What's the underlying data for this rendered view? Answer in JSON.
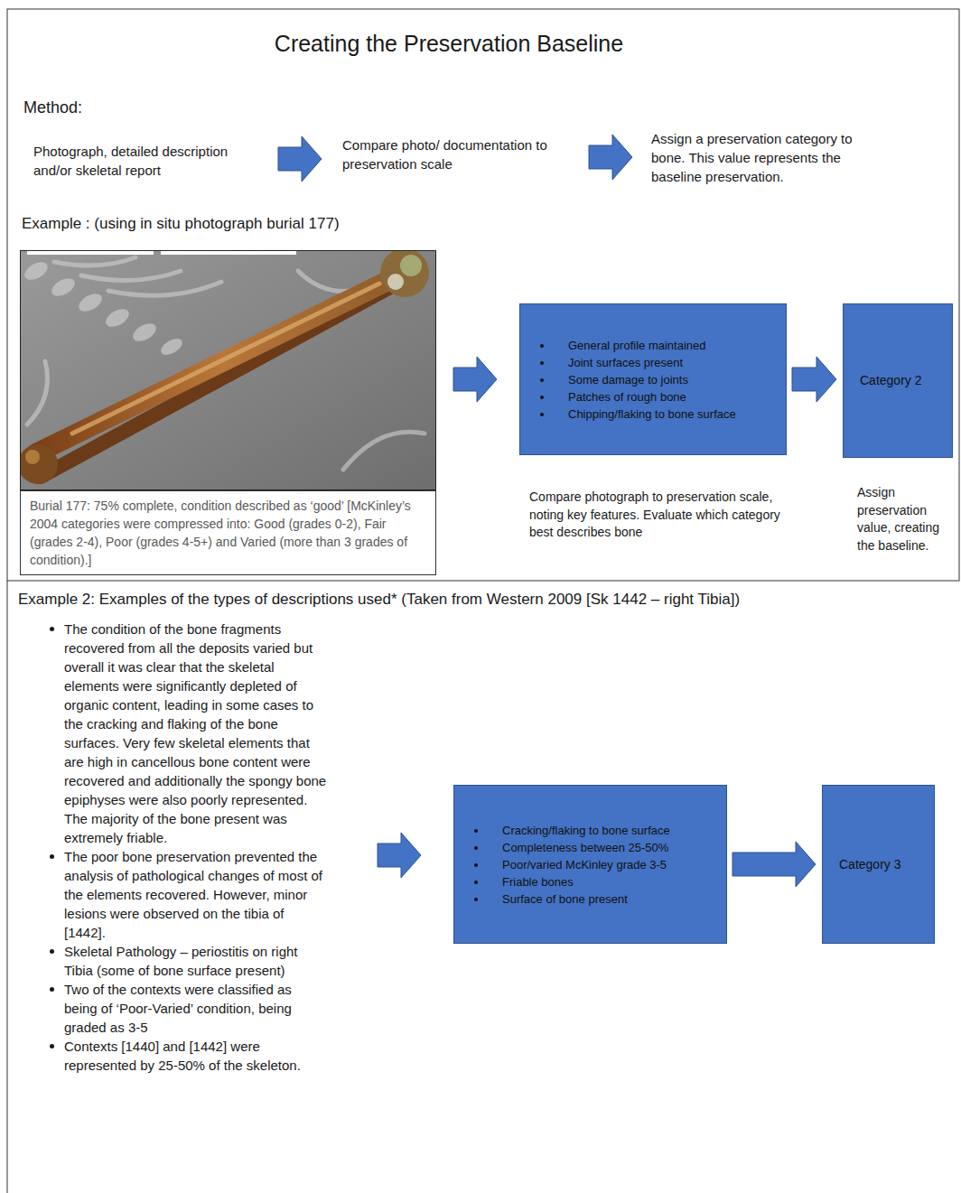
{
  "diagram": {
    "title": "Creating the Preservation Baseline",
    "nodes": [
      {
        "text": [
          "Burial 177: 75% complete, condition described as ‘good’ [McKinley’s 2004 categories were compressed into: Good (grades 0-2), Fair (grades 2-4), Poor (grades 4-5+) and Varied (more than 3 grades of condition).]"
        ]
      },
      {
        "text": [
          "General profile maintained",
          "Joint surfaces present",
          "Some damage to joints",
          "Patches of rough bone",
          "Chipping/flaking to bone surface"
        ]
      },
      {
        "text": [
          "Category 2"
        ]
      },
      {
        "text": [
          "Cracking/flaking to bone surface",
          "Completeness between 25-50%",
          "Poor/varied McKinley grade 3-5",
          "Friable bones",
          "Surface of bone present"
        ]
      },
      {
        "text": [
          "Category 3"
        ]
      }
    ],
    "edges": [
      {
        "from": 1,
        "to": 2,
        "arrow": "to"
      },
      {
        "from": 3,
        "to": 4,
        "arrow": "to"
      }
    ],
    "labels": [
      "Method:",
      "Photograph, detailed description and/or skeletal report",
      "Compare photo/ documentation to preservation scale",
      "Assign a preservation category to bone. This value represents the baseline preservation.",
      "Example : (using in situ photograph burial 177)",
      "Compare photograph to preservation scale, noting key features. Evaluate which category best describes bone",
      "Assign preservation value, creating the baseline.",
      "Example 2: Examples of the types of descriptions used* (Taken from Western 2009 [Sk 1442 – right Tibia])",
      "The condition of the bone fragments recovered from all the deposits varied but overall it was clear that the skeletal elements were significantly depleted of organic content, leading in some cases to the cracking and flaking of the bone surfaces. Very few skeletal elements that are high in cancellous bone content were recovered and additionally the spongy bone epiphyses were also poorly represented. The majority of the bone present was extremely friable.",
      "The poor bone preservation prevented the analysis of pathological changes of most of the elements recovered. However, minor lesions were observed on the tibia of [1442].",
      "Skeletal Pathology – periostitis on right Tibia (some of bone surface present)",
      "Two of the contexts were classified as being of ‘Poor-Varied’ condition, being graded as 3-5",
      "Contexts [1440] and [1442] were represented by 25-50% of the skeleton."
    ]
  }
}
